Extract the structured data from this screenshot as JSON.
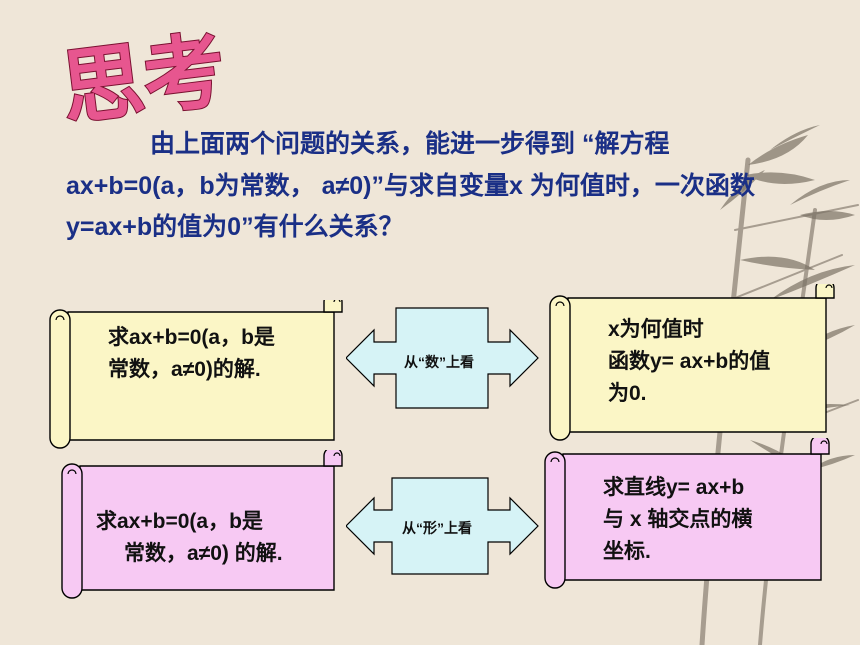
{
  "title": "思考",
  "paragraph": "由上面两个问题的关系，能进一步得到 “解方程ax+b=0(a，b为常数， a≠0)”与求自变量x 为何值时，一次函数y=ax+b的值为0”有什么关系？",
  "scrolls": {
    "top_left": {
      "line1": "求ax+b=0(a，b是",
      "line2": "常数，a≠0)的解."
    },
    "top_right": {
      "line1": "x为何值时",
      "line2": "函数y= ax+b的值",
      "line3": "为0."
    },
    "bottom_left": {
      "line1": "求ax+b=0(a，b是",
      "line2": "常数，a≠0) 的解."
    },
    "bottom_right": {
      "line1": "求直线y= ax+b",
      "line2": "与 x 轴交点的横",
      "line3": "坐标."
    }
  },
  "arrows": {
    "top": "从“数”上看",
    "bottom": "从“形”上看"
  },
  "colors": {
    "background": "#efe6d8",
    "text_blue": "#1a2f86",
    "scroll_yellow": "#fbf6c6",
    "scroll_pink": "#f7c9f3",
    "arrow_cyan": "#d6f3f6",
    "title_pink": "#e7568f"
  }
}
